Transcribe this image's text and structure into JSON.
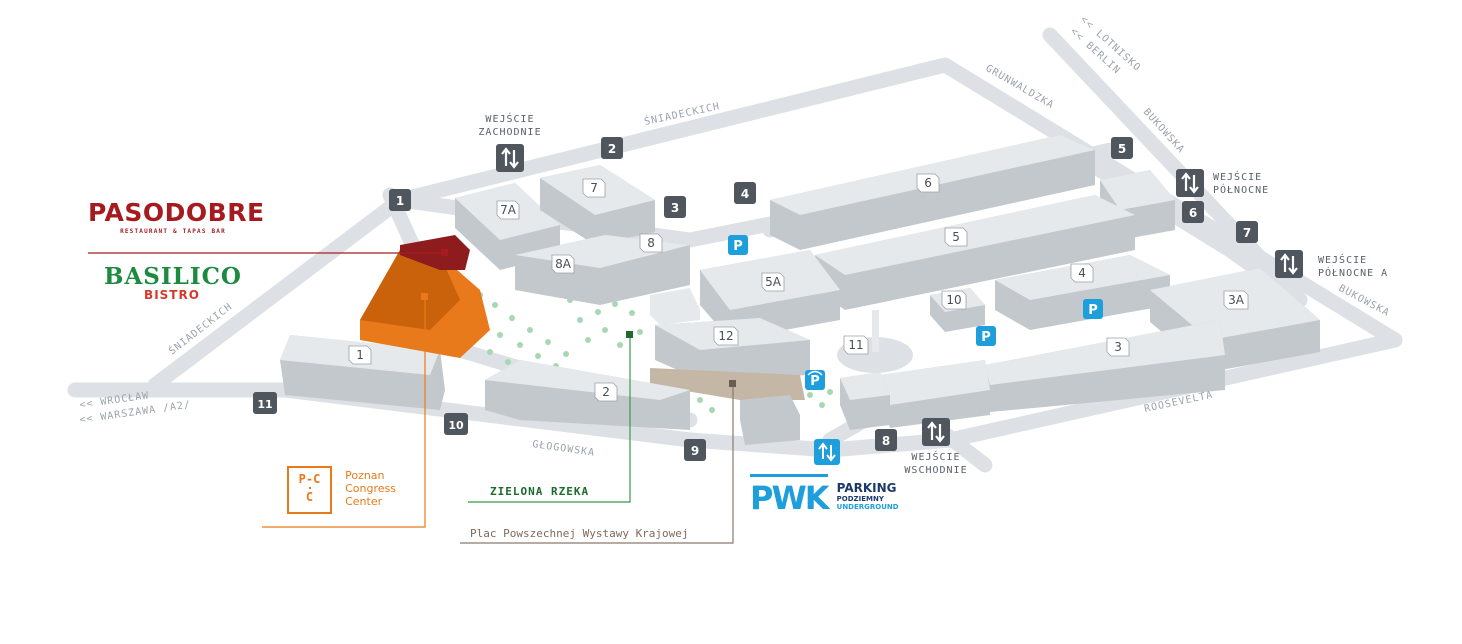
{
  "streets": {
    "sniadeckich_top": "ŚNIADECKICH",
    "sniadeckich_left": "ŚNIADECKICH",
    "grunwaldzka": "GRUNWALDZKA",
    "lotnisko": "<< LOTNISKO",
    "berlin": "<< BERLIN",
    "bukowska_top": "BUKOWSKA",
    "bukowska_right": "BUKOWSKA",
    "roosevelta": "ROOSEVELTA",
    "glogowska": "GŁOGOWSKA",
    "wroclaw": "<< WROCŁAW",
    "warszawa": "<< WARSZAWA /A2/"
  },
  "entrances": {
    "west": [
      "WEJŚCIE",
      "ZACHODNIE"
    ],
    "north": [
      "WEJŚCIE",
      "PÓŁNOCNE"
    ],
    "north_a": [
      "WEJŚCIE",
      "PÓŁNOCNE A"
    ],
    "east": [
      "WEJŚCIE",
      "WSCHODNIE"
    ]
  },
  "gates": [
    "1",
    "2",
    "3",
    "4",
    "5",
    "6",
    "7",
    "8",
    "9",
    "10",
    "11"
  ],
  "halls": [
    "7A",
    "7",
    "8",
    "8A",
    "6",
    "5",
    "5A",
    "4",
    "10",
    "12",
    "11",
    "3A",
    "3",
    "2",
    "1"
  ],
  "parking_letter": "P",
  "legend": {
    "pasodobre": {
      "name": "PASODOBRE",
      "tagline": "RESTAURANT & TAPAS BAR"
    },
    "basilico": {
      "name": "BASILICO",
      "sub": "BISTRO"
    },
    "pcc": {
      "logo_top": "P-C",
      "logo_bottom": "C",
      "lines": [
        "Poznan",
        "Congress",
        "Center"
      ]
    },
    "zielona": "ZIELONA RZEKA",
    "plac": "Plac Powszechnej Wystawy Krajowej",
    "pwk": {
      "logo": "PWK",
      "title": "PARKING",
      "sub1": "PODZIEMNY",
      "sub2": "UNDERGROUND"
    }
  },
  "colors": {
    "road": "#dde1e5",
    "building_top": "#e6e9ec",
    "building_side": "#c3c8cd",
    "gate_marker": "#4f565e",
    "parking": "#1e9fdc",
    "pcc_orange": "#e87a1b",
    "pasodobre_red": "#a51c20",
    "basilico_green": "#1d8a3f",
    "zielona_green": "#3b9a4a",
    "plac_brown": "#7e6a5c"
  }
}
